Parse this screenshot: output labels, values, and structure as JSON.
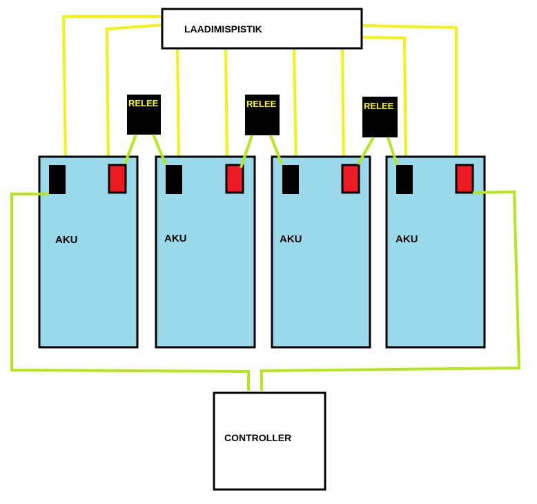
{
  "colors": {
    "background": "#ffffff",
    "battery_fill": "#99d9ea",
    "outline": "#000000",
    "positive_terminal": "#ed1c24",
    "negative_terminal": "#000000",
    "charger_wire": "#f2f215",
    "controller_wire": "#b5e61d",
    "relay_label": "#ffff00"
  },
  "charger": {
    "label": "LAADIMISPISTIK"
  },
  "relays": [
    {
      "label": "RELEE"
    },
    {
      "label": "RELEE"
    },
    {
      "label": "RELEE"
    }
  ],
  "batteries": [
    {
      "label": "AKU"
    },
    {
      "label": "AKU"
    },
    {
      "label": "AKU"
    },
    {
      "label": "AKU"
    }
  ],
  "controller": {
    "label": "CONTROLLER"
  }
}
